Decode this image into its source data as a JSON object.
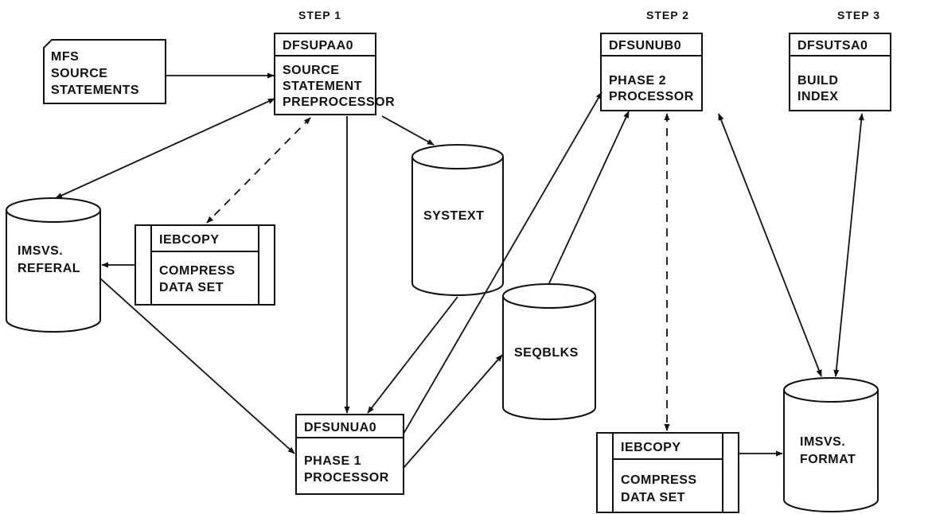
{
  "steps": {
    "step1": "STEP 1",
    "step2": "STEP 2",
    "step3": "STEP 3"
  },
  "inputs": {
    "mfs_source": [
      "MFS",
      "SOURCE",
      "STATEMENTS"
    ]
  },
  "modules": {
    "dfsupaa0": {
      "name": "DFSUPAA0",
      "desc": [
        "SOURCE",
        "STATEMENT",
        "PREPROCESSOR"
      ]
    },
    "dfsunua0": {
      "name": "DFSUNUA0",
      "desc": [
        "PHASE 1",
        "PROCESSOR"
      ]
    },
    "dfsunub0": {
      "name": "DFSUNUB0",
      "desc": [
        "PHASE 2",
        "PROCESSOR"
      ]
    },
    "dfsutsa0": {
      "name": "DFSUTSA0",
      "desc": [
        "BUILD",
        "INDEX"
      ]
    }
  },
  "utilities": {
    "iebcopy_left": {
      "name": "IEBCOPY",
      "desc": [
        "COMPRESS",
        "DATA SET"
      ]
    },
    "iebcopy_right": {
      "name": "IEBCOPY",
      "desc": [
        "COMPRESS",
        "DATA SET"
      ]
    }
  },
  "datasets": {
    "systext": [
      "SYSTEXT"
    ],
    "imsvs_referal": [
      "IMSVS.",
      "REFERAL"
    ],
    "seqblks": [
      "SEQBLKS"
    ],
    "imsvs_format": [
      "IMSVS.",
      "FORMAT"
    ]
  }
}
